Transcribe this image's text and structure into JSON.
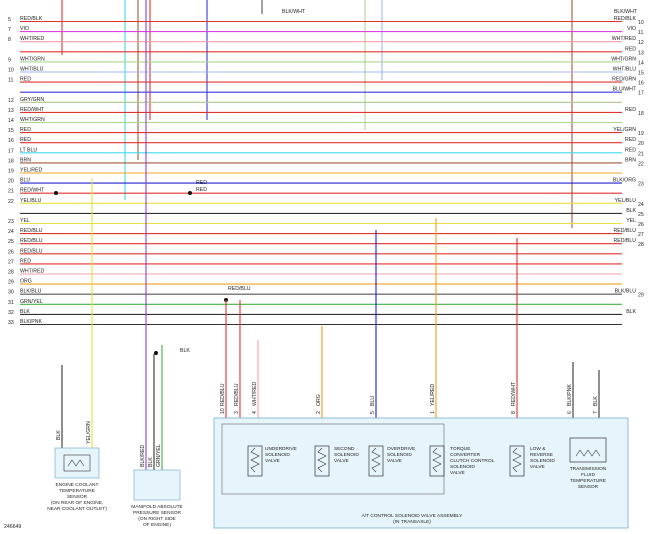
{
  "figure_id": "246649",
  "wires": [
    {
      "n": "5",
      "left": "RED/BLK",
      "right": "RED/BLK",
      "rn": "10",
      "color": "#e0332e"
    },
    {
      "n": "7",
      "left": "VIO",
      "right": "VIO",
      "rn": "11",
      "color": "#e040e0"
    },
    {
      "n": "8",
      "left": "WHT/RED",
      "right": "WHT/RED",
      "rn": "12",
      "color": "#f2a0a8"
    },
    {
      "n": "",
      "left": "",
      "right": "RED",
      "rn": "13",
      "color": "#e0332e"
    },
    {
      "n": "9",
      "left": "WHT/GRN",
      "right": "WHT/GRN",
      "rn": "14",
      "color": "#a8d890"
    },
    {
      "n": "10",
      "left": "WHT/BLU",
      "right": "WHT/BLU",
      "rn": "15",
      "color": "#a0b8f0"
    },
    {
      "n": "11",
      "left": "RED",
      "right": "RED/GRN",
      "rn": "16",
      "color": "#e0332e"
    },
    {
      "n": "",
      "left": "",
      "right": "BLU/WHT",
      "rn": "17",
      "color": "#3a3ae0"
    },
    {
      "n": "12",
      "left": "GRY/GRN",
      "right": "",
      "rn": "",
      "color": "#a8c890"
    },
    {
      "n": "13",
      "left": "RED/WHT",
      "right": "RED",
      "rn": "18",
      "color": "#e0332e"
    },
    {
      "n": "14",
      "left": "WHT/GRN",
      "right": "",
      "rn": "",
      "color": "#a8d890"
    },
    {
      "n": "15",
      "left": "RED",
      "right": "YEL/GRN",
      "rn": "19",
      "color": "#e0332e"
    },
    {
      "n": "16",
      "left": "RED",
      "right": "RED",
      "rn": "20",
      "color": "#e0332e"
    },
    {
      "n": "17",
      "left": "LT BLU",
      "right": "RED",
      "rn": "21",
      "color": "#40d8ec"
    },
    {
      "n": "18",
      "left": "BRN",
      "right": "BRN",
      "rn": "22",
      "color": "#a05a3a"
    },
    {
      "n": "19",
      "left": "YEL/RED",
      "right": "",
      "rn": "",
      "color": "#f0a020"
    },
    {
      "n": "20",
      "left": "BLU",
      "right": "BLK/ORG",
      "rn": "23",
      "color": "#2020d0"
    },
    {
      "n": "21",
      "left": "RED/WHT",
      "right": "",
      "rn": "",
      "color": "#e0332e"
    },
    {
      "n": "22",
      "left": "YEL/BLU",
      "right": "YEL/BLU",
      "rn": "24",
      "color": "#e8e040"
    },
    {
      "n": "",
      "left": "",
      "right": "BLK",
      "rn": "25",
      "color": "#333333"
    },
    {
      "n": "23",
      "left": "YEL",
      "right": "YEL",
      "rn": "26",
      "color": "#e8e040"
    },
    {
      "n": "24",
      "left": "RED/BLU",
      "right": "RED/BLU",
      "rn": "27",
      "color": "#e0332e"
    },
    {
      "n": "25",
      "left": "RED/BLU",
      "right": "RED/BLU",
      "rn": "28",
      "color": "#e0332e"
    },
    {
      "n": "26",
      "left": "RED/BLU",
      "right": "",
      "rn": "",
      "color": "#e0332e"
    },
    {
      "n": "27",
      "left": "RED",
      "right": "",
      "rn": "",
      "color": "#e0332e"
    },
    {
      "n": "28",
      "left": "WHT/RED",
      "right": "",
      "rn": "",
      "color": "#f2a0a8"
    },
    {
      "n": "29",
      "left": "ORG",
      "right": "",
      "rn": "",
      "color": "#f0a020"
    },
    {
      "n": "30",
      "left": "BLK/BLU",
      "right": "BLK/BLU",
      "rn": "29",
      "color": "#555555"
    },
    {
      "n": "31",
      "left": "GRN/YEL",
      "right": "",
      "rn": "",
      "color": "#40b040"
    },
    {
      "n": "32",
      "left": "BLK",
      "right": "BLK",
      "rn": "",
      "color": "#333333"
    },
    {
      "n": "33",
      "left": "BLK/PNK",
      "right": "",
      "rn": "",
      "color": "#333333"
    }
  ],
  "top_labels": {
    "blk_wht_center": "BLK/WHT",
    "blk_wht_right": "BLK/WHT"
  },
  "splice_labels": {
    "red_a": "RED",
    "red_b": "RED",
    "red_blu": "RED/BLU",
    "blk": "BLK"
  },
  "pins": [
    {
      "n": "10",
      "label": "RED/BLU"
    },
    {
      "n": "3",
      "label": "RED/BLU"
    },
    {
      "n": "4",
      "label": "WHT/RED"
    },
    {
      "n": "2",
      "label": "ORG"
    },
    {
      "n": "5",
      "label": "BLU"
    },
    {
      "n": "1",
      "label": "YEL/RED"
    },
    {
      "n": "8",
      "label": "RED/WHT"
    },
    {
      "n": "6",
      "label": "BLK/PNK"
    },
    {
      "n": "7",
      "label": "BLK"
    }
  ],
  "components": {
    "ect": {
      "pin_a": "BLK",
      "pin_b": "YEL/GRN",
      "title": [
        "ENGINE COOLANT",
        "TEMPERATURE",
        "SENSOR"
      ],
      "note": [
        "(ON REAR OF ENGINE,",
        "NEAR COOLANT OUTLET)"
      ]
    },
    "map": {
      "pin_a": "BLK/RED",
      "pin_b": "BLK",
      "pin_c": "GRN/YEL",
      "title": [
        "MANIFOLD ABSOLUTE",
        "PRESSURE SENSOR"
      ],
      "note": [
        "(ON RIGHT SIDE",
        "OF ENGINE)"
      ]
    },
    "underdrive": [
      "UNDERDRIVE",
      "SOLENOID",
      "VALVE"
    ],
    "second": [
      "SECOND",
      "SOLENOID",
      "VALVE"
    ],
    "overdrive": [
      "OVERDRIVE",
      "SOLENOID",
      "VALVE"
    ],
    "tcc": [
      "TORQUE",
      "CONVERTER",
      "CLUTCH CONTROL",
      "SOLENOID",
      "VALVE"
    ],
    "low_reverse": [
      "LOW &",
      "REVERSE",
      "SOLENOID",
      "VALVE"
    ],
    "tft": [
      "TRANSMISSION",
      "FLUID",
      "TEMPERATURE",
      "SENSOR"
    ],
    "assembly": [
      "A/T CONTROL SOLENOID VALVE ASSEMBLY",
      "(IN TRANSAXLE)"
    ]
  }
}
